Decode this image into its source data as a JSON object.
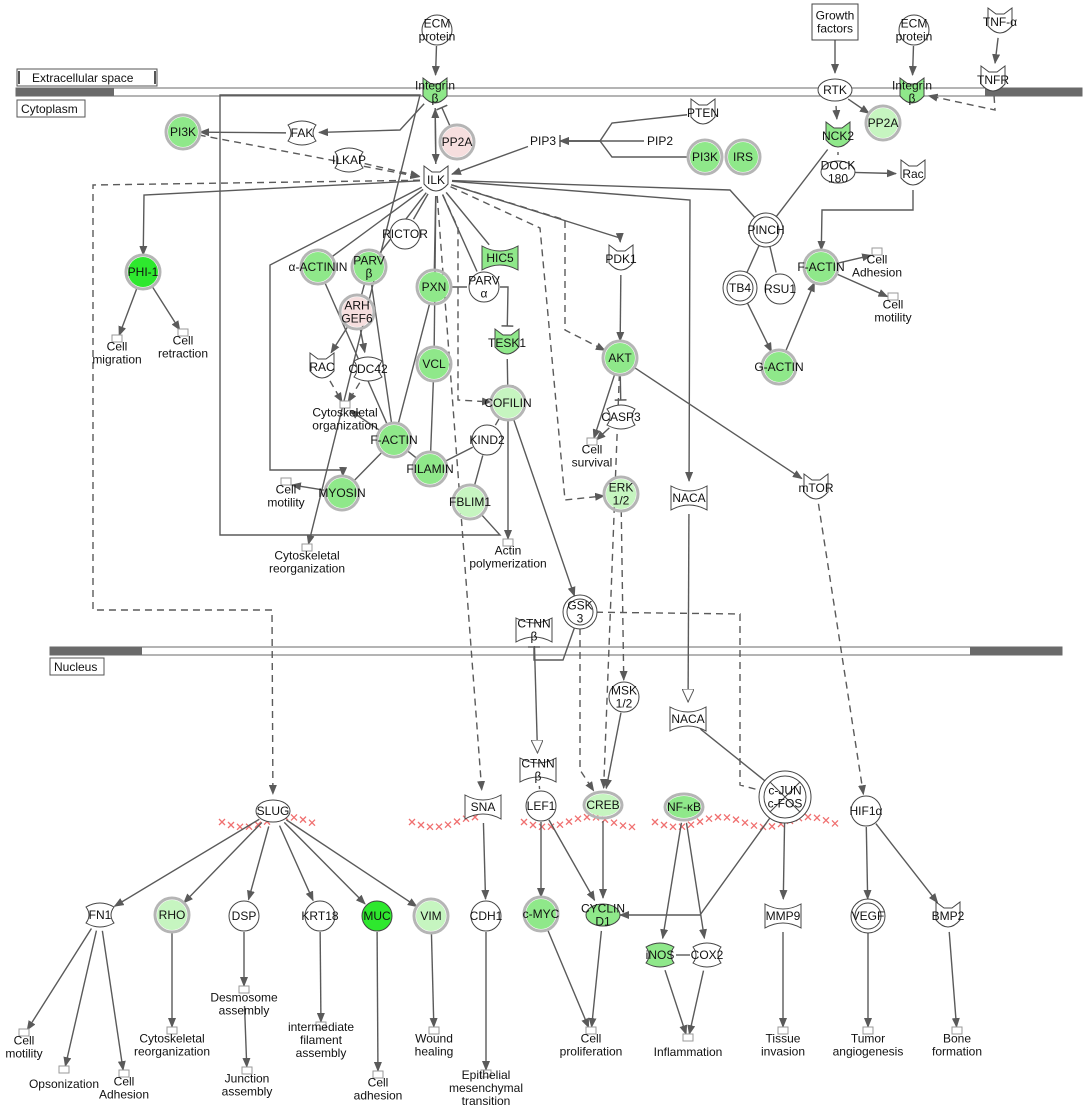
{
  "compartments": {
    "extracellular": "Extracellular space",
    "cytoplasm": "Cytoplasm",
    "nucleus": "Nucleus"
  },
  "colors": {
    "edge": "#5a5a5a",
    "membrane": "#6a6a6a",
    "node_stroke": "#444444",
    "node_fill": "#ffffff",
    "ring": "#b5b5b5",
    "green_light": "#c6f5c0",
    "green_mid": "#8fe88a",
    "green_bright": "#2ee82e",
    "pink_light": "#f6dede",
    "dna_cross": "#f07070"
  },
  "nodes": {
    "ecm1": "ECM|protein",
    "growth": "Growth|factors",
    "ecm2": "ECM|protein",
    "tnfa": "TNF-α",
    "tnfr": "TNFR",
    "integrin1": "Integrin|β",
    "integrin2": "Integrin|β",
    "rtk": "RTK",
    "pp2a1": "PP2A",
    "pp2a2": "PP2A",
    "pi3k1": "PI3K",
    "fak": "FAK",
    "ilkap": "ILKAP",
    "ilk": "ILK",
    "pip3": "PIP3",
    "pip2": "PIP2",
    "pten": "PTEN",
    "pi3k2": "PI3K",
    "irs": "IRS",
    "nck2": "NCK2",
    "dock180": "DOCK|180",
    "rac1": "Rac",
    "pinch": "PINCH",
    "rictor": "RICTOR",
    "phi1": "PHI-1",
    "actinin": "α-ACTININ",
    "parvb": "PARV|β",
    "arhgef6": "ARH|GEF6",
    "pxn": "PXN",
    "hic5": "HIC5",
    "parva": "PARV|α",
    "tesk1": "TESK1",
    "pdk1": "PDK1",
    "tb4": "TB4",
    "rsu1": "RSU1",
    "factin2": "F-ACTIN",
    "gactin": "G-ACTIN",
    "rac2": "RAC",
    "cdc42": "CDC42",
    "vcl": "VCL",
    "cofilin": "COFILIN",
    "akt": "AKT",
    "casp3": "CASP3",
    "factin1": "F-ACTIN",
    "kind2": "KIND2",
    "filamin": "FILAMIN",
    "myosin": "MYOSIN",
    "fblim1": "FBLIM1",
    "erk": "ERK|1/2",
    "naca1": "NACA",
    "mtor": "mTOR",
    "ctnnb1": "CTNN|β",
    "gsk3": "GSK|3",
    "msk": "MSK|1/2",
    "naca2": "NACA",
    "slug": "SLUG",
    "sna": "SNA",
    "ctnnb2": "CTNN|β",
    "lef1": "LEF1",
    "creb": "CREB",
    "nfkb": "NF-κB",
    "cjun": "c-JUN|c-FOS",
    "hif1a": "HIF1α",
    "fn1": "FN1",
    "rho": "RHO",
    "dsp": "DSP",
    "krt18": "KRT18",
    "muc": "MUC",
    "vim": "VIM",
    "cdh1": "CDH1",
    "cmyc": "c-MYC",
    "cyclin": "CYCLIN|D1",
    "inos": "iNOS",
    "cox2": "COX2",
    "mmp9": "MMP9",
    "vegf": "VEGF",
    "bmp2": "BMP2"
  },
  "functions": {
    "cell_migration": "Cell|migration",
    "cell_retraction": "Cell|retraction",
    "cyto_org": "Cytoskeletal|organization",
    "cell_motility1": "Cell|motility",
    "cyto_reorg1": "Cytoskeletal|reorganization",
    "actin_poly": "Actin|polymerization",
    "cell_survival": "Cell|survival",
    "cell_adhesion1": "Cell|Adhesion",
    "cell_motility2": "Cell|motility",
    "cell_motility3": "Cell|motility",
    "opsonization": "Opsonization",
    "cell_adhesion2": "Cell|Adhesion",
    "cyto_reorg2": "Cytoskeletal|reorganization",
    "desmosome": "Desmosome|assembly",
    "junction": "Junction|assembly",
    "filament": "intermediate|filament|assembly",
    "cell_adhesion3": "Cell|adhesion",
    "wound": "Wound|healing",
    "emt": "Epithelial|mesenchymal|transition",
    "cell_prolif": "Cell|proliferation",
    "inflammation": "Inflammation",
    "tissue_inv": "Tissue|invasion",
    "tumor_ang": "Tumor|angiogenesis",
    "bone": "Bone|formation"
  }
}
